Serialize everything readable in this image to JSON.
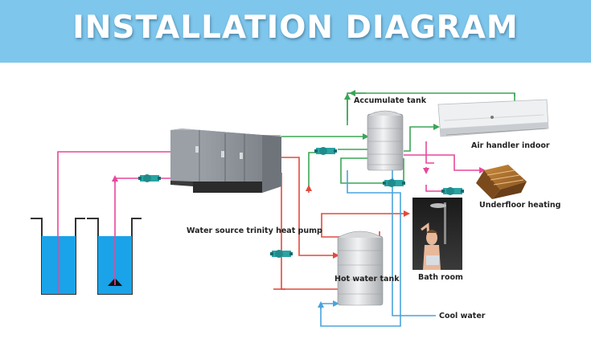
{
  "header": {
    "title": "INSTALLATION DIAGRAM",
    "background": "#7ec6ec"
  },
  "labels": {
    "accumulate_tank": "Accumulate tank",
    "air_handler": "Air handler indoor",
    "underfloor_heating": "Underfloor heating",
    "heat_pump": "Water source trinity heat pump",
    "hot_water_tank": "Hot water tank",
    "bath_room": "Bath room",
    "cool_water": "Cool water"
  },
  "colors": {
    "source_loop": "#e8479a",
    "air_handler_loop": "#3aa655",
    "hot_water_loop": "#e24a3d",
    "cool_water_line": "#4aa3dd",
    "water_fill": "#1aa3e8",
    "pump": "#2aa3a3"
  },
  "icons": [
    "pump-icon",
    "heat-pump-unit-icon",
    "tank-icon",
    "air-handler-icon",
    "floor-heating-icon",
    "shower-photo-icon",
    "well-icon"
  ]
}
